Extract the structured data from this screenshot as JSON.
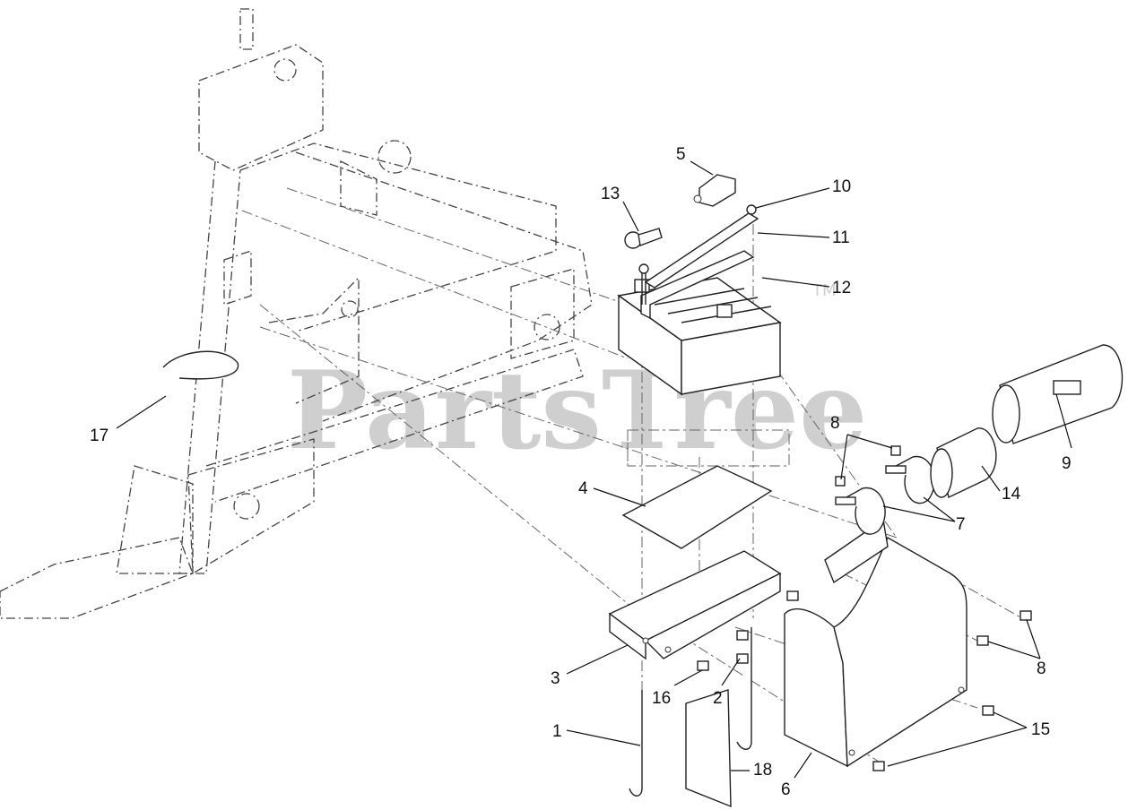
{
  "watermark": {
    "text": "PartsTree",
    "trademark": "TM"
  },
  "callouts": [
    {
      "id": "1",
      "label": "1"
    },
    {
      "id": "2",
      "label": "2"
    },
    {
      "id": "3",
      "label": "3"
    },
    {
      "id": "4",
      "label": "4"
    },
    {
      "id": "5",
      "label": "5"
    },
    {
      "id": "6",
      "label": "6"
    },
    {
      "id": "7",
      "label": "7"
    },
    {
      "id": "8a",
      "label": "8"
    },
    {
      "id": "8b",
      "label": "8"
    },
    {
      "id": "9",
      "label": "9"
    },
    {
      "id": "10",
      "label": "10"
    },
    {
      "id": "11",
      "label": "11"
    },
    {
      "id": "12",
      "label": "12"
    },
    {
      "id": "13",
      "label": "13"
    },
    {
      "id": "14",
      "label": "14"
    },
    {
      "id": "15",
      "label": "15"
    },
    {
      "id": "16",
      "label": "16"
    },
    {
      "id": "17",
      "label": "17"
    },
    {
      "id": "18",
      "label": "18"
    }
  ]
}
